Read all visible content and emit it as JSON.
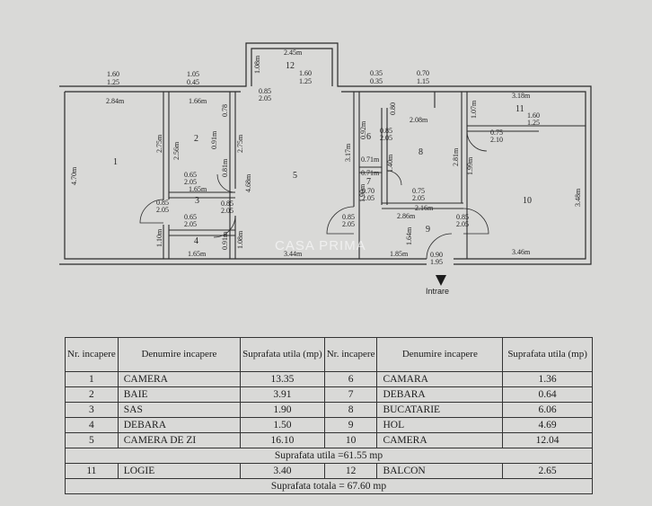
{
  "plan": {
    "entrance_label": "Intrare",
    "watermark": "CASA PRIMA",
    "room_numbers": [
      "1",
      "2",
      "3",
      "4",
      "5",
      "6",
      "7",
      "8",
      "9",
      "10",
      "11",
      "12"
    ],
    "top_dims": [
      {
        "w": "1.60",
        "h": "1.25"
      },
      {
        "w": "1.05",
        "h": "0.45"
      },
      {
        "w": "1.60",
        "h": "1.25"
      },
      {
        "w": "0.35",
        "h": "0.35"
      },
      {
        "w": "0.70",
        "h": "1.15"
      }
    ],
    "door_dims": [
      {
        "w": "0.85",
        "h": "2.05"
      },
      {
        "w": "0.65",
        "h": "2.05"
      },
      {
        "w": "0.85",
        "h": "2.05"
      },
      {
        "w": "0.65",
        "h": "2.05"
      },
      {
        "w": "0.85",
        "h": "2.05"
      },
      {
        "w": "0.85",
        "h": "2.05"
      },
      {
        "w": "0.70",
        "h": "2.05"
      },
      {
        "w": "0.75",
        "h": "2.05"
      },
      {
        "w": "0.85",
        "h": "2.05"
      },
      {
        "w": "0.85",
        "h": "2.05"
      },
      {
        "w": "0.90",
        "h": "1.95"
      },
      {
        "w": "0.75",
        "h": "2.10"
      },
      {
        "w": "1.60",
        "h": "1.25"
      }
    ],
    "lengths": [
      "2.84m",
      "1.66m",
      "2.45m",
      "2.08m",
      "3.18m",
      "1.65m",
      "2.86m",
      "2.16m",
      "3.44m",
      "1.85m",
      "3.46m",
      "1.65m"
    ],
    "vert_lengths": [
      "4.70m",
      "2.75m",
      "2.75m",
      "4.68m",
      "1.08m",
      "0.78",
      "0.91m",
      "0.81m",
      "2.56m",
      "1.08m",
      "3.17m",
      "0.92m",
      "0.80",
      "1.40m",
      "2.81m",
      "1.99m",
      "3.48m",
      "1.07m",
      "1.64m",
      "1.10m",
      "0.91m",
      "1.90m",
      "0.71m",
      "0.71m"
    ]
  },
  "legend": {
    "headers": [
      "Nr. incapere",
      "Denumire incapere",
      "Suprafata utila (mp)",
      "Nr. incapere",
      "Denumire incapere",
      "Suprafata utila (mp)"
    ],
    "rows": [
      [
        "1",
        "CAMERA",
        "13.35",
        "6",
        "CAMARA",
        "1.36"
      ],
      [
        "2",
        "BAIE",
        "3.91",
        "7",
        "DEBARA",
        "0.64"
      ],
      [
        "3",
        "SAS",
        "1.90",
        "8",
        "BUCATARIE",
        "6.06"
      ],
      [
        "4",
        "DEBARA",
        "1.50",
        "9",
        "HOL",
        "4.69"
      ],
      [
        "5",
        "CAMERA DE ZI",
        "16.10",
        "10",
        "CAMERA",
        "12.04"
      ]
    ],
    "useful_total": "Suprafata utila =61.55 mp",
    "extra_row": [
      "11",
      "LOGIE",
      "3.40",
      "12",
      "BALCON",
      "2.65"
    ],
    "grand_total": "Suprafata totala = 67.60  mp"
  }
}
